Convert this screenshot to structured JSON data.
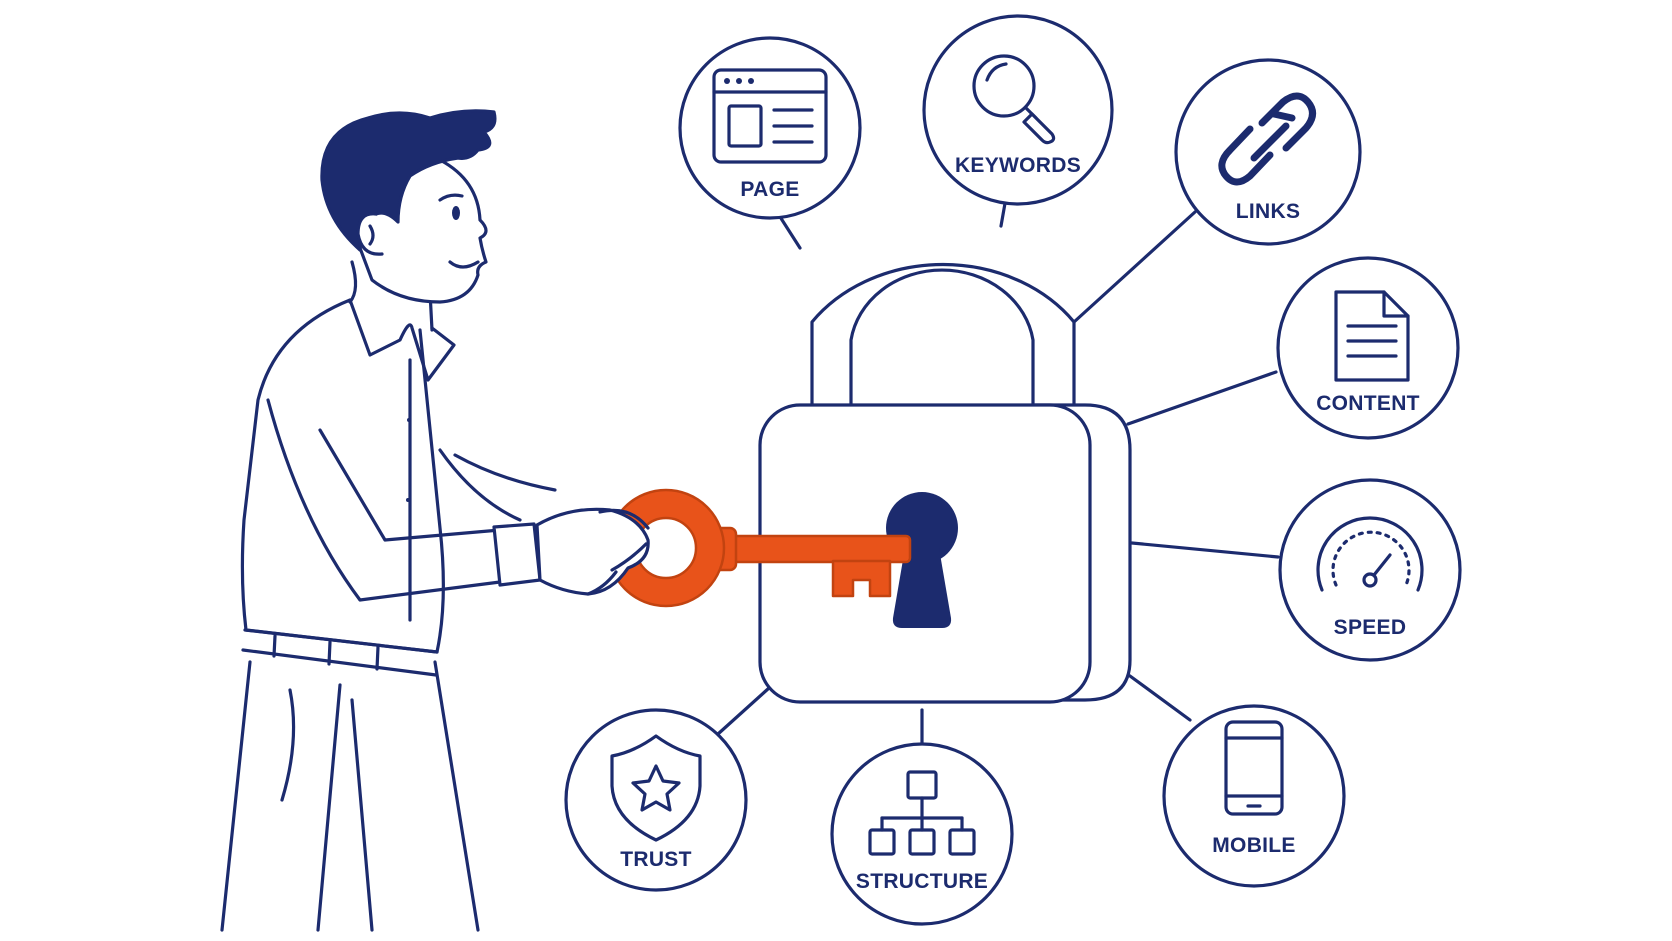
{
  "palette": {
    "ink": "#1c2b6e",
    "accent": "#e8531a",
    "background": "#ffffff"
  },
  "illustration": {
    "person": "person-holding-key",
    "lock": "padlock-icon",
    "key": "key-icon"
  },
  "nodes": {
    "page": {
      "label": "PAGE",
      "icon": "browser-window-icon"
    },
    "keywords": {
      "label": "KEYWORDS",
      "icon": "magnifier-icon"
    },
    "links": {
      "label": "LINKS",
      "icon": "chain-link-icon"
    },
    "content": {
      "label": "CONTENT",
      "icon": "document-icon"
    },
    "speed": {
      "label": "SPEED",
      "icon": "speedometer-icon"
    },
    "mobile": {
      "label": "MOBILE",
      "icon": "smartphone-icon"
    },
    "structure": {
      "label": "STRUCTURE",
      "icon": "sitemap-icon"
    },
    "trust": {
      "label": "TRUST",
      "icon": "shield-star-icon"
    }
  }
}
